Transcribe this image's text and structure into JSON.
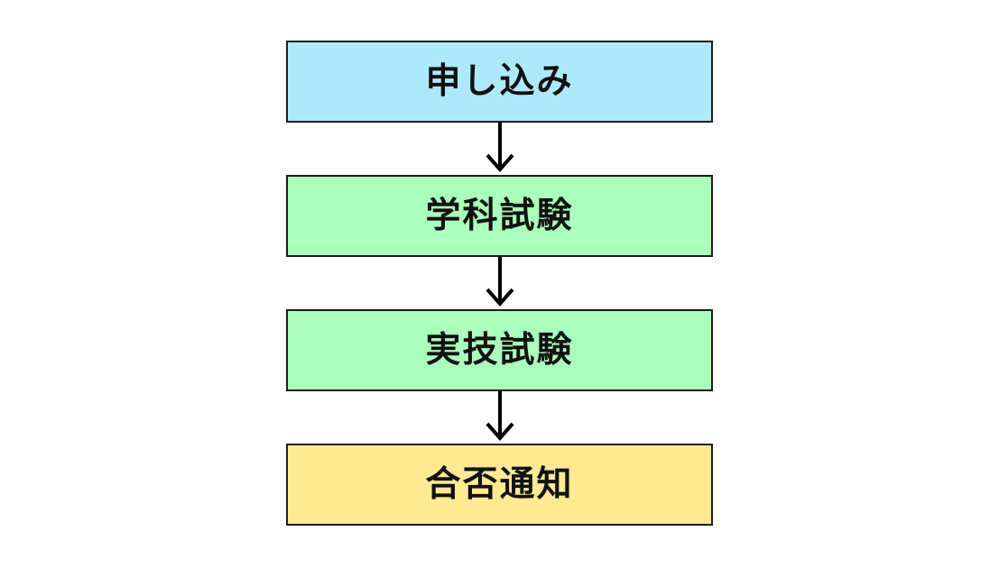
{
  "diagram": {
    "type": "flowchart",
    "direction": "top-down",
    "background": "#ffffff",
    "border_color": "#1c1c1c",
    "text_color": "#111111",
    "arrow_color": "#000000",
    "steps": [
      {
        "label": "申し込み",
        "fill": "#aee9fb"
      },
      {
        "label": "学科試験",
        "fill": "#aaffbb"
      },
      {
        "label": "実技試験",
        "fill": "#aaffbb"
      },
      {
        "label": "合否通知",
        "fill": "#ffe992"
      }
    ]
  }
}
